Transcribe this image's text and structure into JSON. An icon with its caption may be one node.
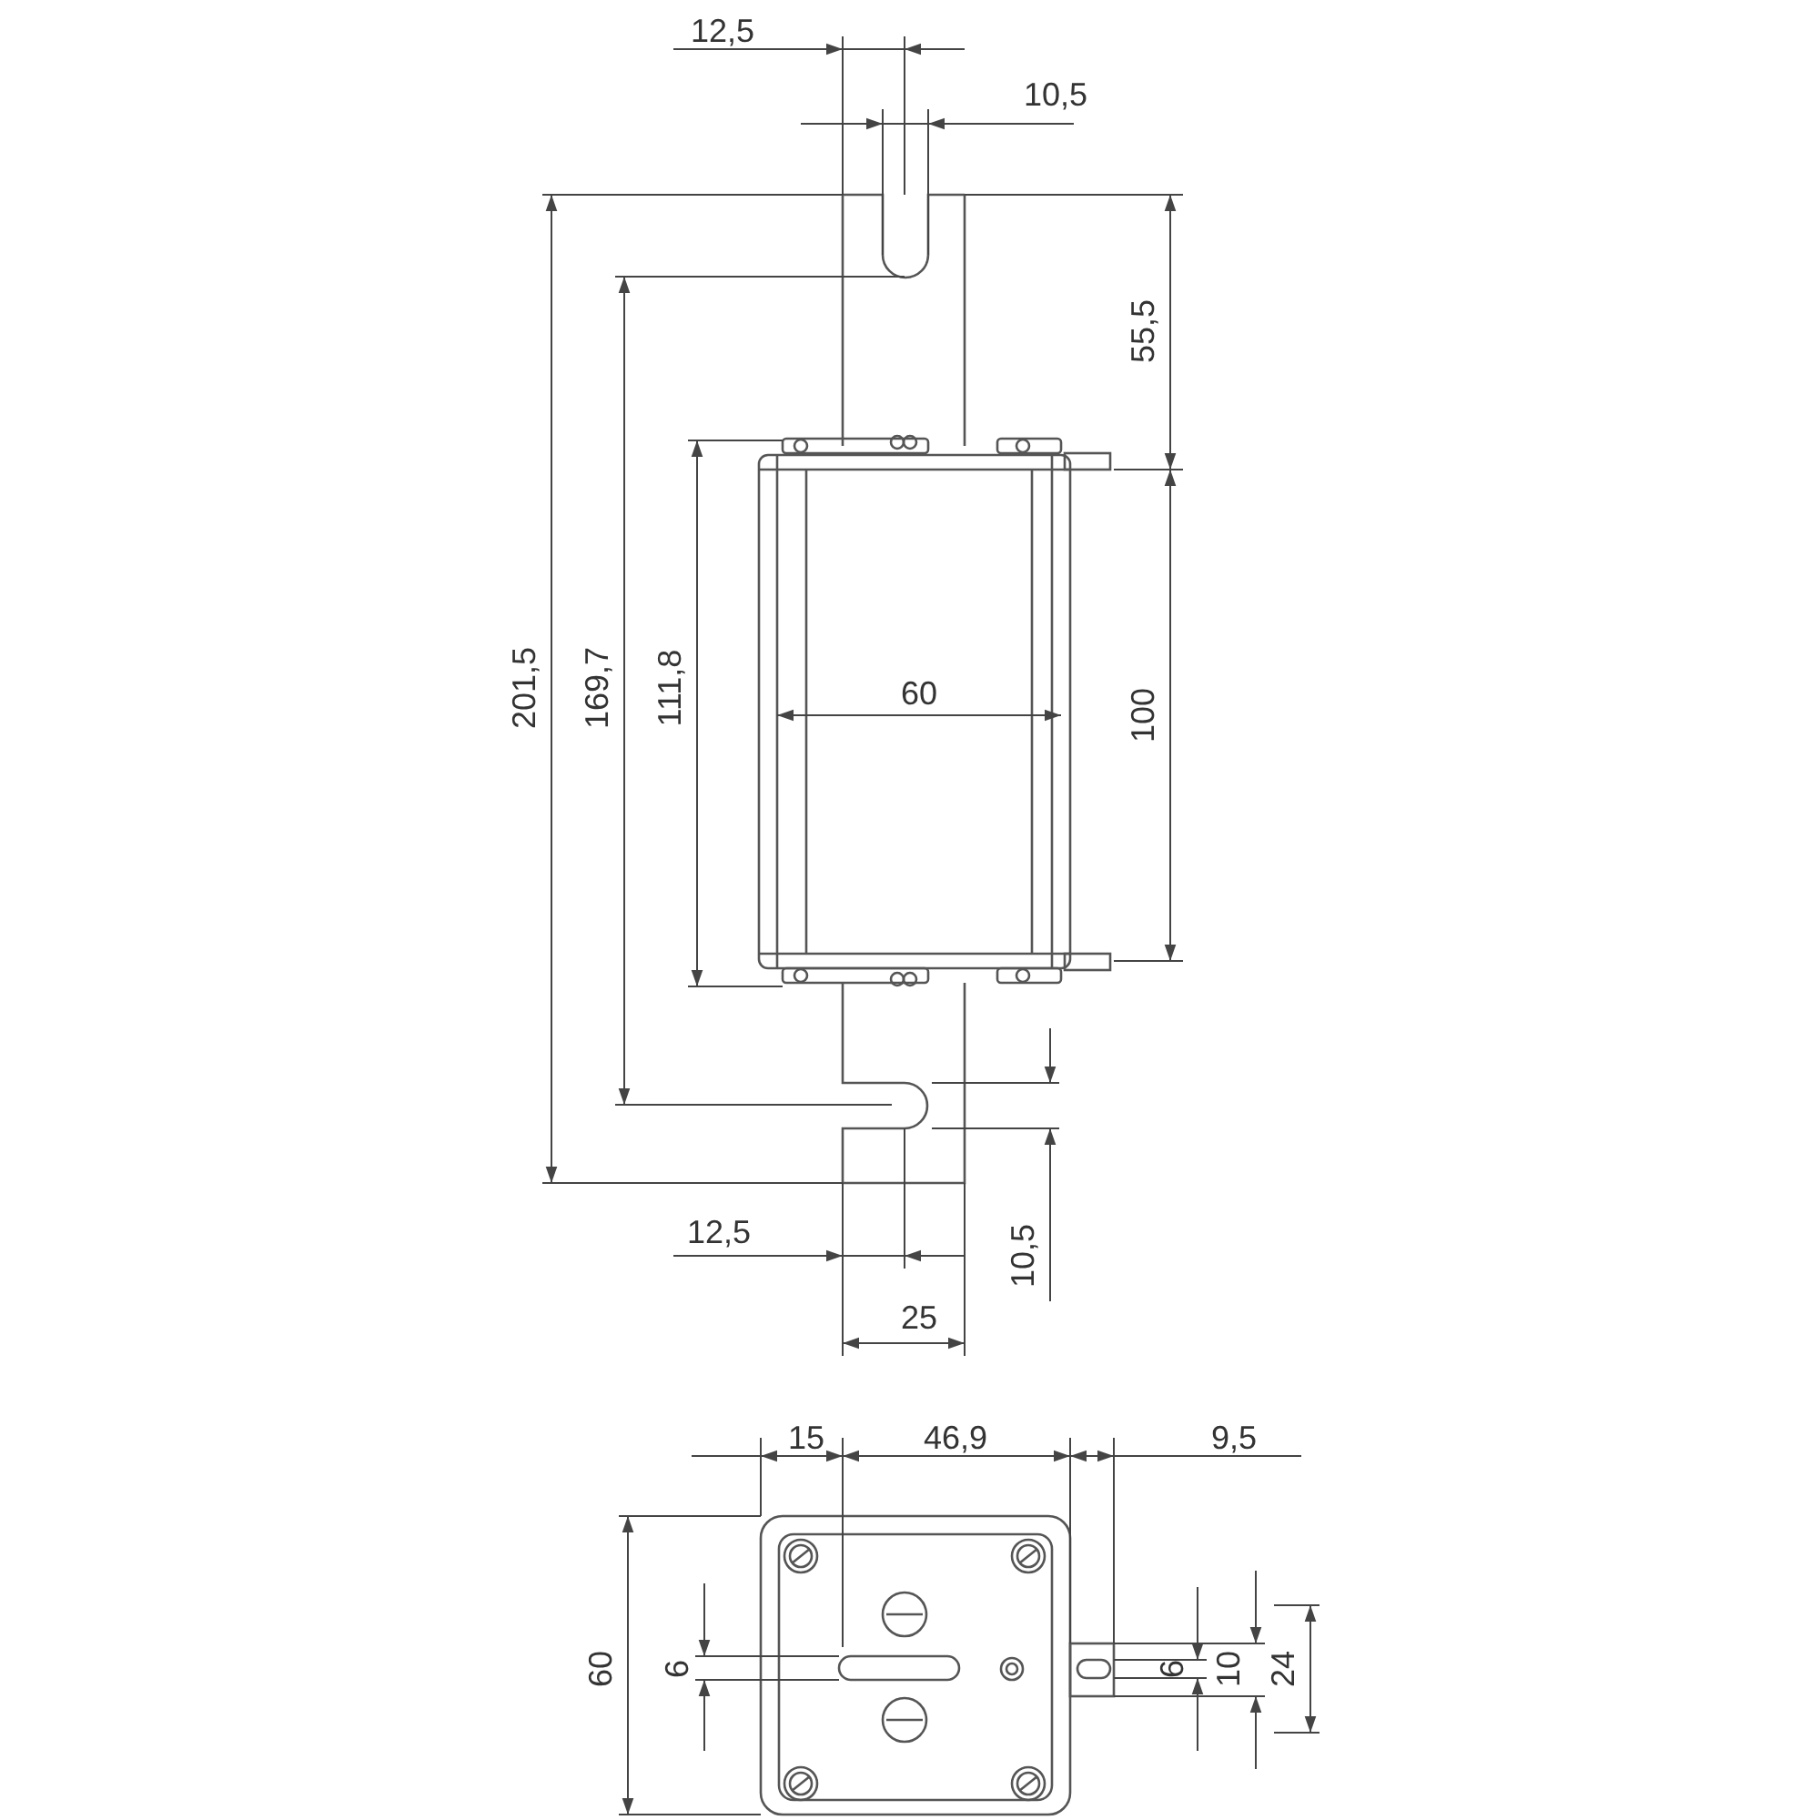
{
  "diagram": {
    "labels": [
      "12,5",
      "10,5",
      "55,5",
      "201,5",
      "169,7",
      "111,8",
      "60",
      "100",
      "12,5",
      "10,5",
      "25",
      "15",
      "46,9",
      "9,5",
      "60",
      "6",
      "6",
      "10",
      "24"
    ]
  }
}
